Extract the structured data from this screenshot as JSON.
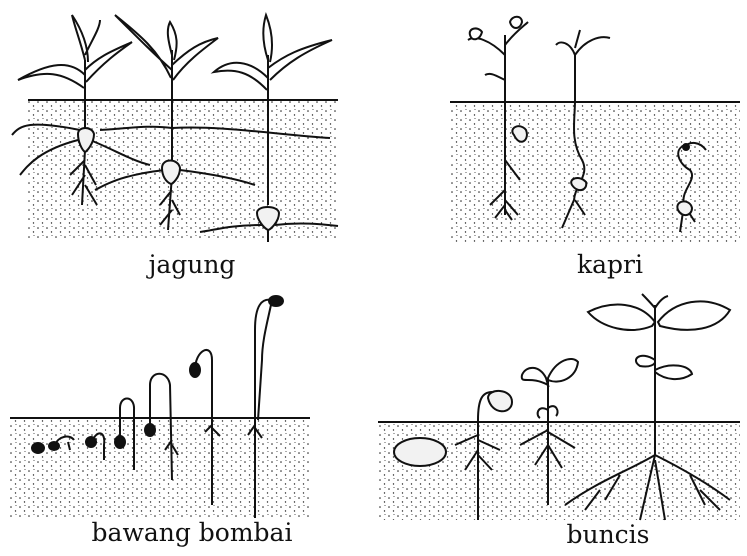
{
  "captions": {
    "jagung": "jagung",
    "kapri": "kapri",
    "bawang_bombai": "bawang bombai",
    "buncis": "buncis"
  },
  "colors": {
    "ink": "#111111",
    "paper": "#ffffff",
    "seed": "#f2f2f2"
  },
  "panels": [
    {
      "id": "jagung",
      "plant": "maize",
      "stages": 3
    },
    {
      "id": "kapri",
      "plant": "pea",
      "stages": 3
    },
    {
      "id": "bawang_bombai",
      "plant": "onion",
      "stages": 7
    },
    {
      "id": "buncis",
      "plant": "bean",
      "stages": 4
    }
  ]
}
